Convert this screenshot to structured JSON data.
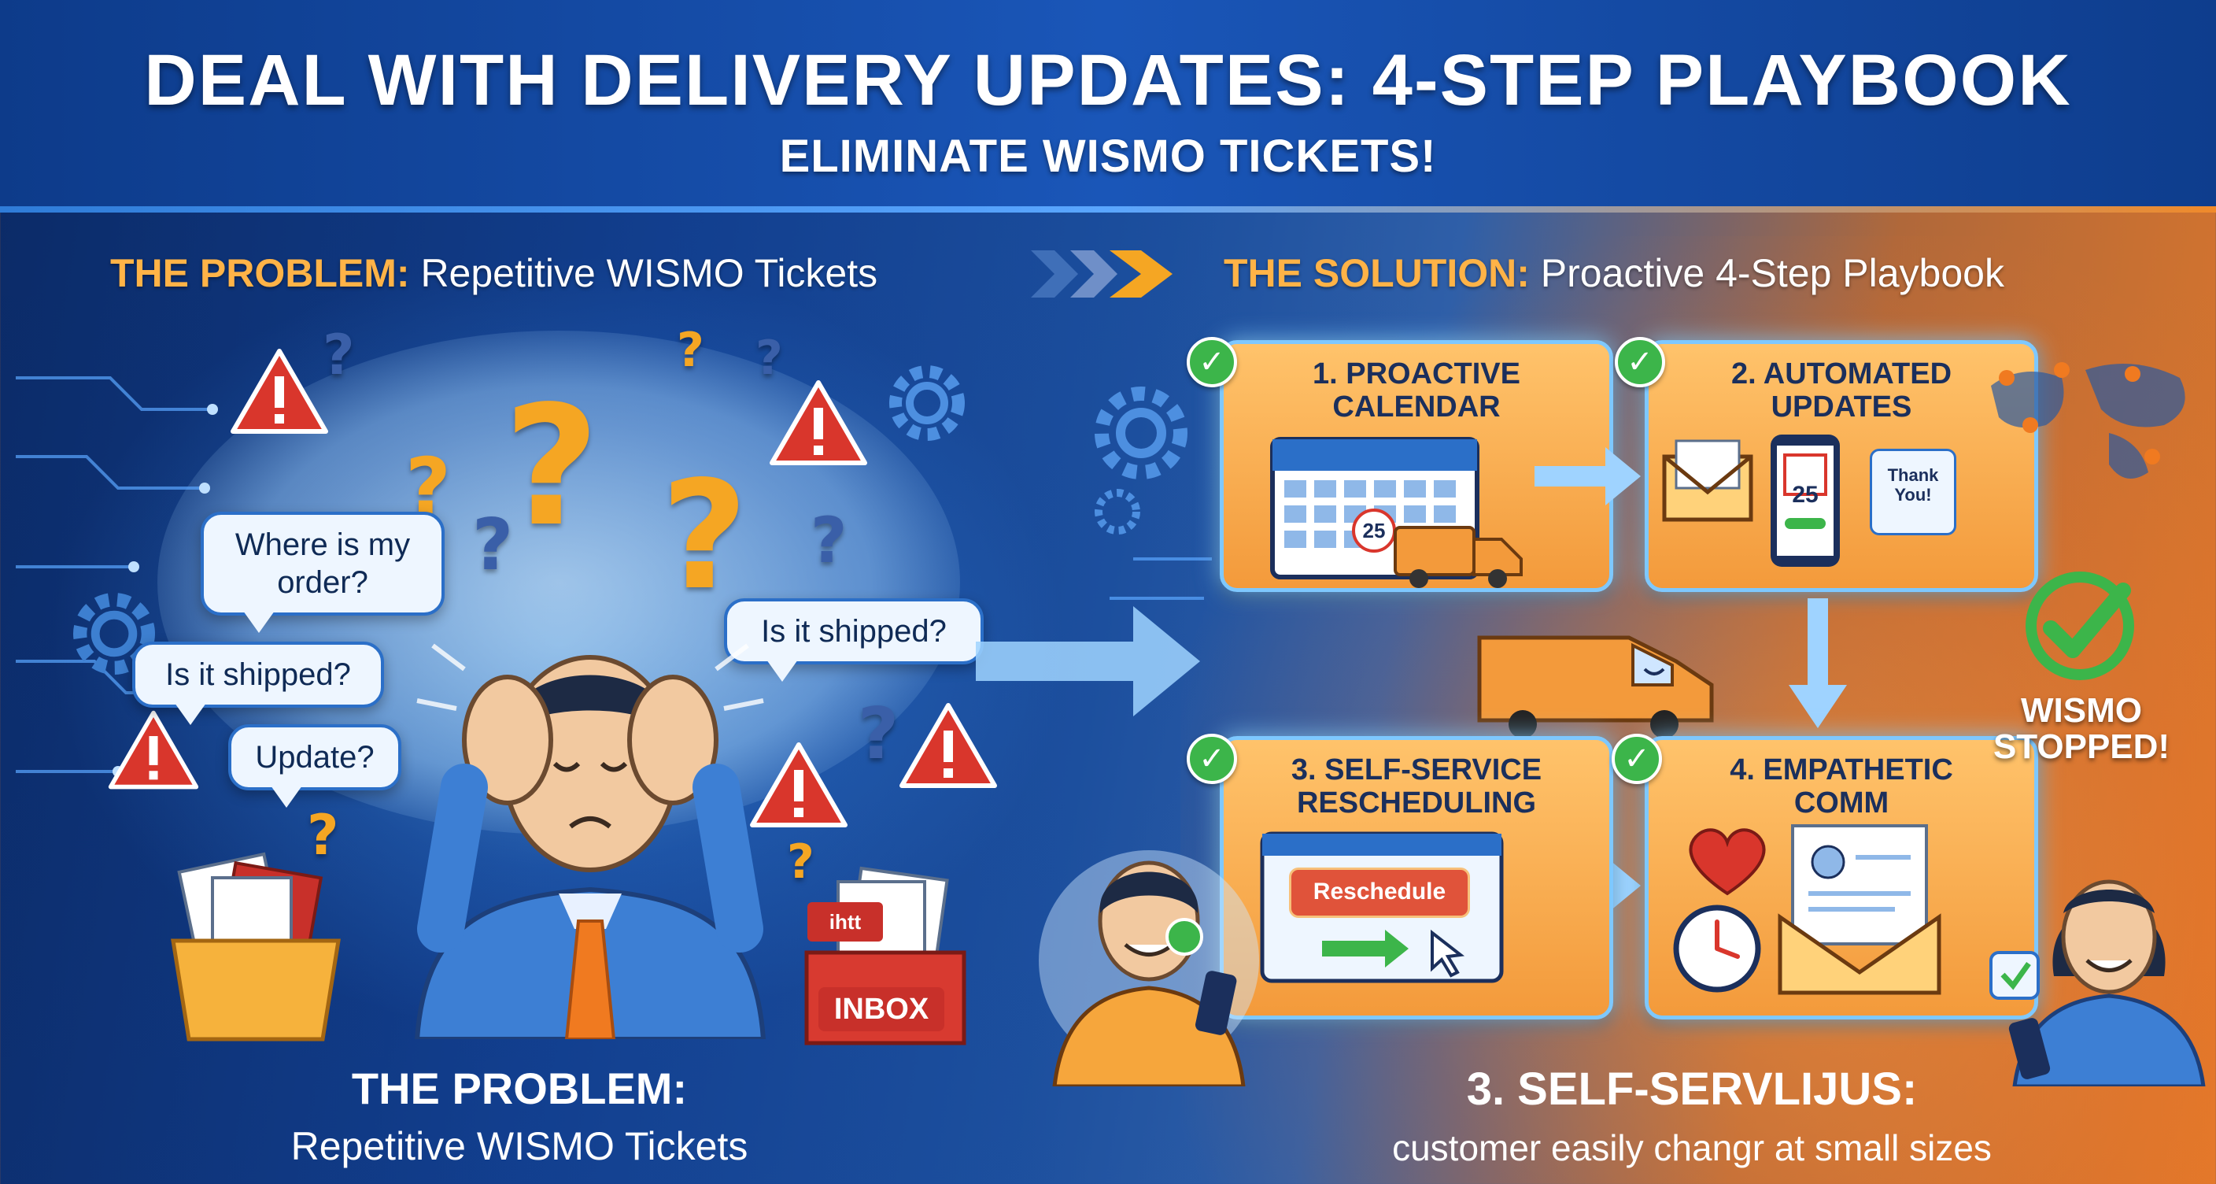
{
  "header": {
    "title": "DEAL WITH DELIVERY UPDATES: 4-STEP PLAYBOOK",
    "subtitle": "ELIMINATE WISMO TICKETS!"
  },
  "problem": {
    "heading_highlight": "THE PROBLEM:",
    "heading_rest": " Repetitive WISMO Tickets",
    "bubbles": [
      "Where is my order?",
      "Is it shipped?",
      "Update?",
      "Is it shipped?"
    ],
    "inbox_label": "INBOX",
    "inbox_tab": "ihtt",
    "caption_line1": "THE PROBLEM:",
    "caption_line2": "Repetitive WISMO Tickets"
  },
  "solution": {
    "heading_highlight": "THE SOLUTION:",
    "heading_rest": " Proactive 4-Step Playbook",
    "steps": [
      {
        "title": "1. PROACTIVE CALENDAR"
      },
      {
        "title": "2. AUTOMATED UPDATES"
      },
      {
        "title": "3. SELF-SERVICE RESCHEDULING"
      },
      {
        "title": "4. EMPATHETIC COMM"
      }
    ],
    "calendar_day": "25",
    "phone_day": "25",
    "thank_you": "Thank You!",
    "reschedule_button": "Reschedule",
    "wismo_status": "WISMO STOPPED!",
    "caption_line1": "3. SELF-SERVLIJUS:",
    "caption_line2": "customer easily changr at small sizes"
  },
  "colors": {
    "accent_orange": "#f5a623",
    "card_border": "#7ec8ff",
    "check_green": "#3cb54a",
    "warning_red": "#d9362c"
  }
}
